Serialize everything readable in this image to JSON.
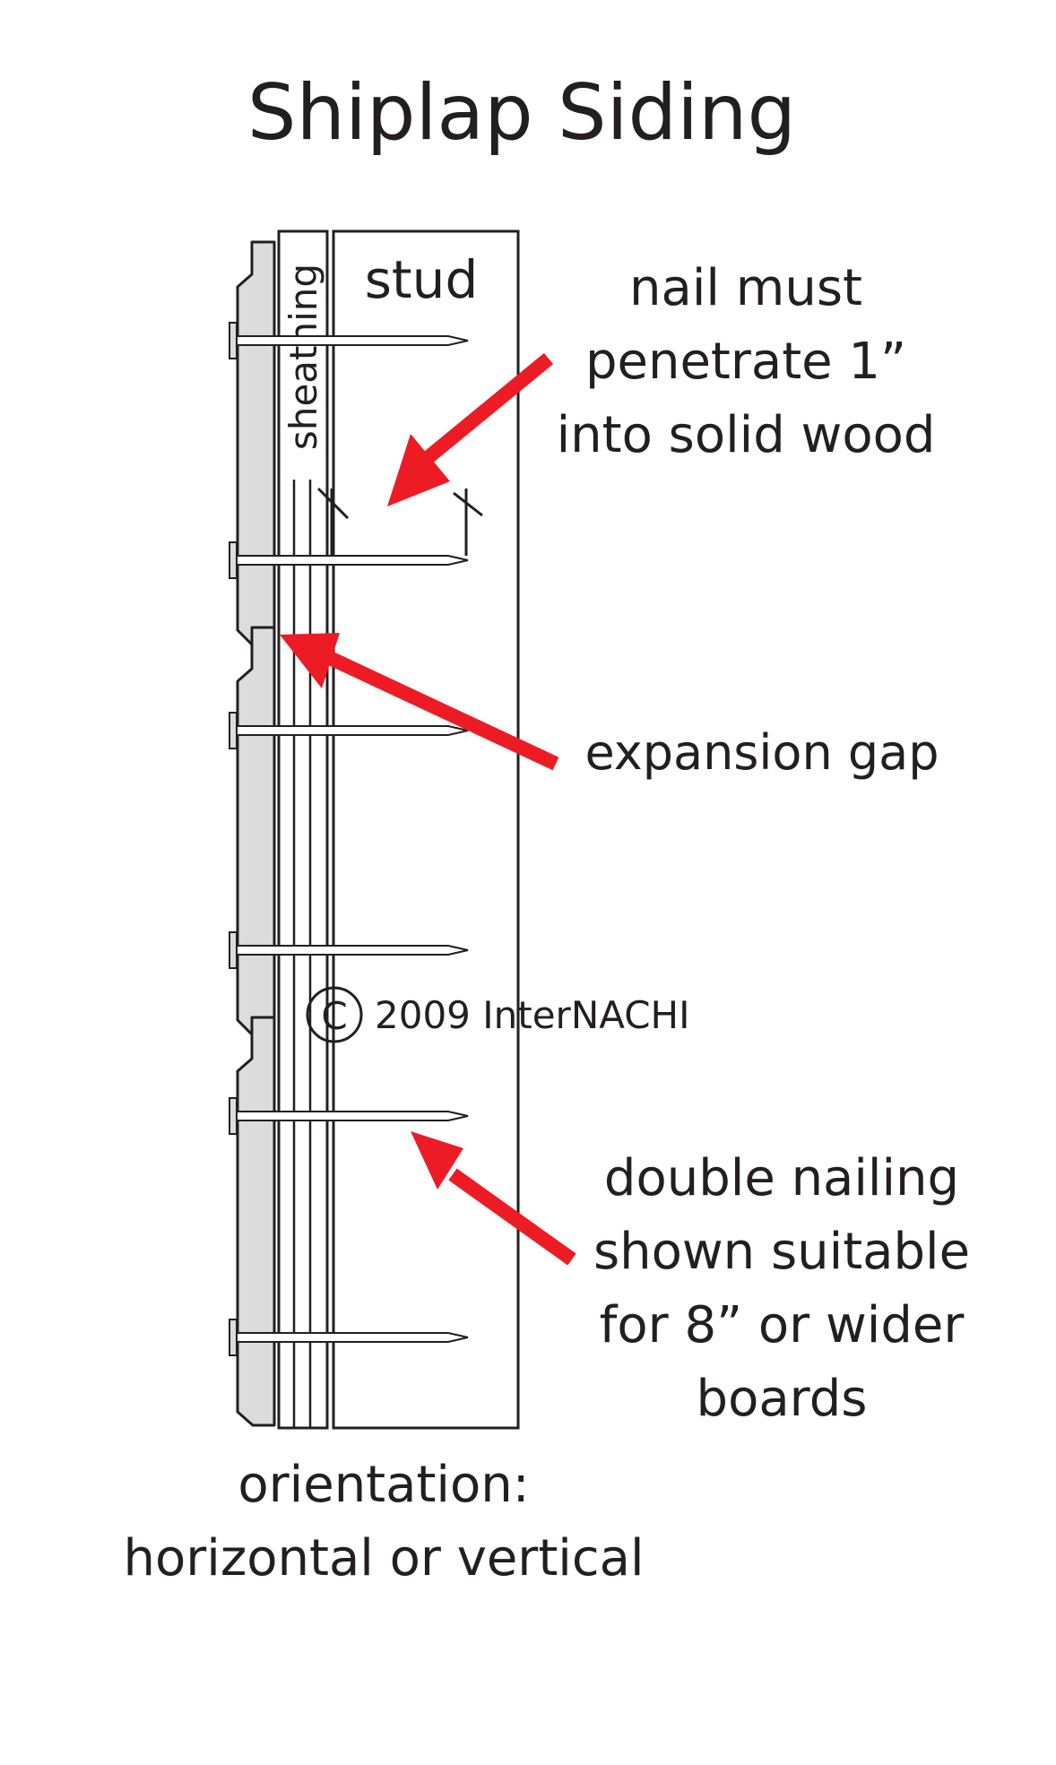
{
  "title": "Shiplap Siding",
  "labels": {
    "stud": "stud",
    "sheathing": "sheathing",
    "nail_note": [
      "nail must",
      "penetrate 1”",
      "into solid wood"
    ],
    "expansion_gap": "expansion gap",
    "double_nailing": [
      "double nailing",
      "shown suitable",
      "for 8” or wider",
      "boards"
    ],
    "orientation": [
      "orientation:",
      "horizontal or vertical"
    ]
  },
  "copyright": {
    "symbol": "C",
    "text": "2009  InterNACHI"
  },
  "colors": {
    "arrow": "#ed1c24",
    "board_fill": "#dcdcdc",
    "line": "#231f20",
    "background": "#ffffff"
  }
}
